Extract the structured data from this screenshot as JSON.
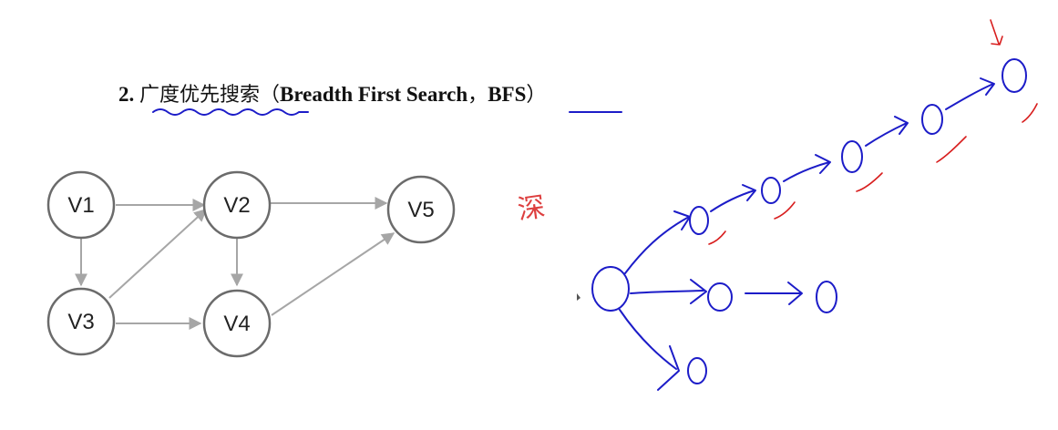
{
  "heading": {
    "number": "2.",
    "title_zh": "广度优先搜索",
    "open_paren": "（",
    "title_en": "Breadth First Search",
    "comma": "，",
    "abbr": "BFS",
    "close_paren": "）"
  },
  "graph": {
    "nodes": [
      {
        "id": "v1",
        "label": "V1"
      },
      {
        "id": "v2",
        "label": "V2"
      },
      {
        "id": "v3",
        "label": "V3"
      },
      {
        "id": "v4",
        "label": "V4"
      },
      {
        "id": "v5",
        "label": "V5"
      }
    ],
    "edges": [
      [
        "V1",
        "V2"
      ],
      [
        "V1",
        "V3"
      ],
      [
        "V2",
        "V4"
      ],
      [
        "V2",
        "V5"
      ],
      [
        "V3",
        "V2"
      ],
      [
        "V3",
        "V4"
      ],
      [
        "V4",
        "V5"
      ]
    ]
  },
  "annotations": {
    "handwritten_note": "深",
    "colors": {
      "blue_ink": "#1c1cc8",
      "red_ink": "#d81e1e",
      "edge_gray": "#a6a6a6",
      "node_stroke": "#6b6b6b"
    }
  }
}
